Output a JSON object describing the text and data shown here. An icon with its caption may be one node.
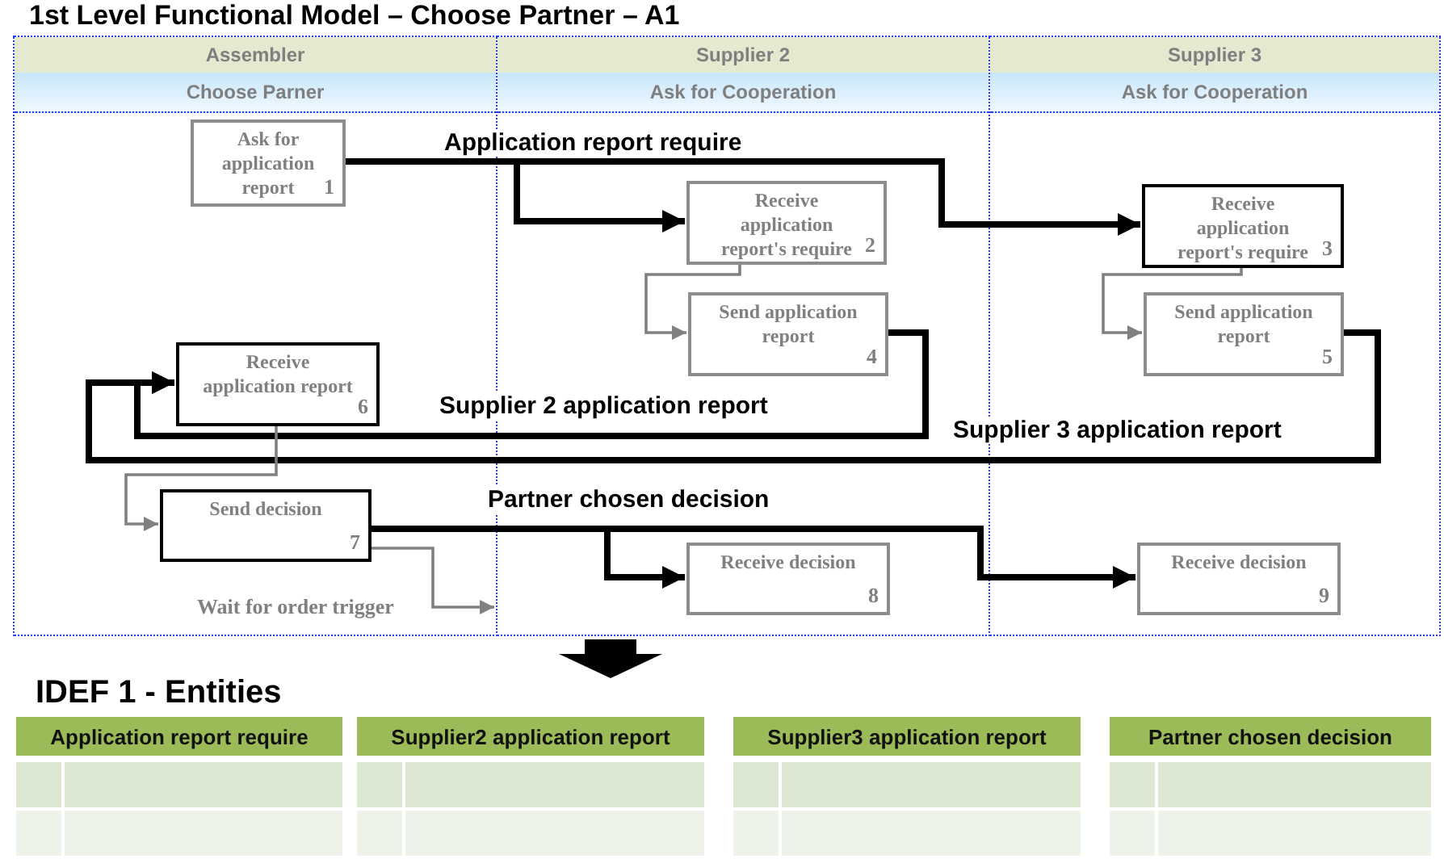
{
  "diagram": {
    "title": "1st Level Functional Model – Choose Partner – A1",
    "nodes": [
      {
        "text": [
          "Assembler",
          "Choose Parner"
        ]
      },
      {
        "text": [
          "Supplier 2",
          "Ask for Cooperation"
        ]
      },
      {
        "text": [
          "Supplier 3",
          "Ask for Cooperation"
        ]
      },
      {
        "text": [
          "Ask for application report",
          "1"
        ],
        "in": 0
      },
      {
        "text": [
          "Receive application report's require",
          "2"
        ],
        "in": 1
      },
      {
        "text": [
          "Receive application report's require",
          "3"
        ],
        "in": 2
      },
      {
        "text": [
          "Send application report",
          "4"
        ],
        "in": 1
      },
      {
        "text": [
          "Send application report",
          "5"
        ],
        "in": 2
      },
      {
        "text": [
          "Receive application report",
          "6"
        ],
        "in": 0
      },
      {
        "text": [
          "Send decision",
          "7"
        ],
        "in": 0
      },
      {
        "text": [
          "Receive decision",
          "8"
        ],
        "in": 1
      },
      {
        "text": [
          "Receive decision",
          "9"
        ],
        "in": 2
      },
      {
        "text": [
          "Application report require"
        ]
      },
      {
        "text": [
          "Supplier2 application report"
        ]
      },
      {
        "text": [
          "Supplier3 application report"
        ]
      },
      {
        "text": [
          "Partner chosen decision"
        ]
      }
    ],
    "edges": [
      {
        "from": 3,
        "to": 4,
        "arrow": "to",
        "label": "Application report require"
      },
      {
        "from": 3,
        "to": 5,
        "arrow": "to"
      },
      {
        "from": 4,
        "to": 6,
        "arrow": "to",
        "color": "#808080"
      },
      {
        "from": 5,
        "to": 7,
        "arrow": "to",
        "color": "#808080"
      },
      {
        "from": 6,
        "to": 8,
        "arrow": "to",
        "label": "Supplier 2 application report"
      },
      {
        "from": 7,
        "to": 8,
        "arrow": "to",
        "label": "Supplier 3 application report"
      },
      {
        "from": 8,
        "to": 9,
        "arrow": "to",
        "color": "#808080"
      },
      {
        "from": 9,
        "to": 10,
        "arrow": "to",
        "label": "Partner chosen decision"
      },
      {
        "from": 9,
        "to": 11,
        "arrow": "to"
      },
      {
        "from": 9,
        "to": null,
        "arrow": "to",
        "label": "Wait for order trigger",
        "color": "#808080"
      }
    ],
    "labels": [
      "IDEF 1 - Entities"
    ]
  }
}
